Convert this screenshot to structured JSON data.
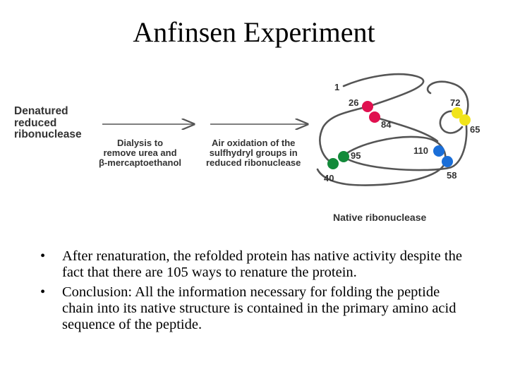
{
  "slide": {
    "title": "Anfinsen Experiment"
  },
  "diagram": {
    "denatured_label": "Denatured\nreduced\nribonuclease",
    "step1_label": "Dialysis to\nremove urea and\nβ-mercaptoethanol",
    "step2_label": "Air oxidation of the\nsulfhydryl groups in\nreduced ribonuclease",
    "native_label": "Native ribonuclease",
    "residues": {
      "n_terminus": "1",
      "r26": "26",
      "r84": "84",
      "r72": "72",
      "r65": "65",
      "r110": "110",
      "r58": "58",
      "r95": "95",
      "r40": "40"
    },
    "colors": {
      "red": "#e0104f",
      "yellow": "#f1e41a",
      "blue": "#1a6ed8",
      "green": "#138a3a",
      "line": "#555555"
    }
  },
  "bullets": [
    "After renaturation, the refolded protein has native activity despite the fact that there are 105 ways to renature the protein.",
    "Conclusion: All the information necessary for folding the peptide chain into its native structure is contained in the primary amino acid sequence of the peptide."
  ],
  "bullet_symbol": "•"
}
